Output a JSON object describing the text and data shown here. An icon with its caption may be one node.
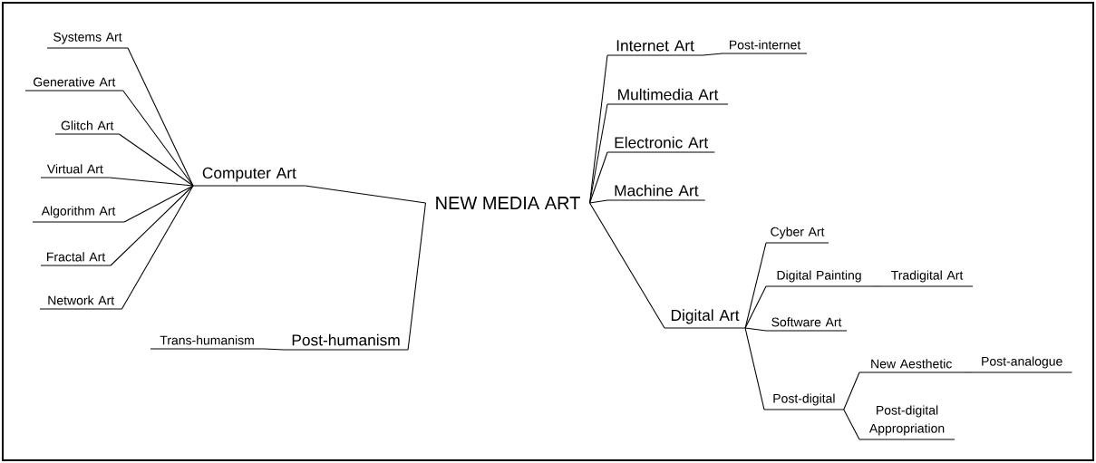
{
  "diagram": {
    "nodes": [
      {
        "text": [
          "NEW MEDIA ART"
        ]
      },
      {
        "text": [
          "Computer Art"
        ]
      },
      {
        "text": [
          "Systems Art"
        ]
      },
      {
        "text": [
          "Generative Art"
        ]
      },
      {
        "text": [
          "Glitch Art"
        ]
      },
      {
        "text": [
          "Virtual Art"
        ]
      },
      {
        "text": [
          "Algorithm Art"
        ]
      },
      {
        "text": [
          "Fractal Art"
        ]
      },
      {
        "text": [
          "Network Art"
        ]
      },
      {
        "text": [
          "Post-humanism"
        ]
      },
      {
        "text": [
          "Trans-humanism"
        ]
      },
      {
        "text": [
          "Internet Art"
        ]
      },
      {
        "text": [
          "Post-internet"
        ]
      },
      {
        "text": [
          "Multimedia Art"
        ]
      },
      {
        "text": [
          "Electronic Art"
        ]
      },
      {
        "text": [
          "Machine Art"
        ]
      },
      {
        "text": [
          "Digital Art"
        ]
      },
      {
        "text": [
          "Cyber Art"
        ]
      },
      {
        "text": [
          "Digital Painting"
        ]
      },
      {
        "text": [
          "Tradigital Art"
        ]
      },
      {
        "text": [
          "Software Art"
        ]
      },
      {
        "text": [
          "Post-digital"
        ]
      },
      {
        "text": [
          "New Aesthetic"
        ]
      },
      {
        "text": [
          "Post-analogue"
        ]
      },
      {
        "text": [
          "Post-digital Appropriation"
        ]
      }
    ],
    "edges": [
      {
        "from": 0,
        "to": 1,
        "arrow": "none"
      },
      {
        "from": 1,
        "to": 2,
        "arrow": "none"
      },
      {
        "from": 1,
        "to": 3,
        "arrow": "none"
      },
      {
        "from": 1,
        "to": 4,
        "arrow": "none"
      },
      {
        "from": 1,
        "to": 5,
        "arrow": "none"
      },
      {
        "from": 1,
        "to": 6,
        "arrow": "none"
      },
      {
        "from": 1,
        "to": 7,
        "arrow": "none"
      },
      {
        "from": 1,
        "to": 8,
        "arrow": "none"
      },
      {
        "from": 0,
        "to": 9,
        "arrow": "none"
      },
      {
        "from": 9,
        "to": 10,
        "arrow": "none"
      },
      {
        "from": 0,
        "to": 11,
        "arrow": "none"
      },
      {
        "from": 11,
        "to": 12,
        "arrow": "none"
      },
      {
        "from": 0,
        "to": 13,
        "arrow": "none"
      },
      {
        "from": 0,
        "to": 14,
        "arrow": "none"
      },
      {
        "from": 0,
        "to": 15,
        "arrow": "none"
      },
      {
        "from": 0,
        "to": 16,
        "arrow": "none"
      },
      {
        "from": 16,
        "to": 17,
        "arrow": "none"
      },
      {
        "from": 16,
        "to": 18,
        "arrow": "none"
      },
      {
        "from": 18,
        "to": 19,
        "arrow": "none"
      },
      {
        "from": 16,
        "to": 20,
        "arrow": "none"
      },
      {
        "from": 16,
        "to": 21,
        "arrow": "none"
      },
      {
        "from": 21,
        "to": 22,
        "arrow": "none"
      },
      {
        "from": 22,
        "to": 23,
        "arrow": "none"
      },
      {
        "from": 21,
        "to": 24,
        "arrow": "none"
      }
    ]
  }
}
